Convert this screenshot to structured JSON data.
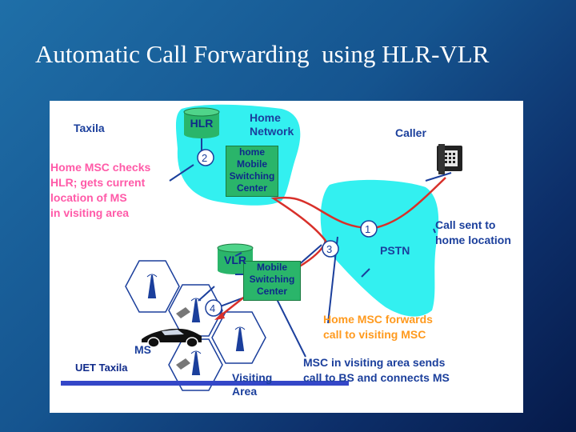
{
  "title": "Automatic Call Forwarding  using HLR-VLR",
  "labels": {
    "taxila": "Taxila",
    "home_network": "Home\nNetwork",
    "caller": "Caller",
    "hlr": "HLR",
    "vlr": "VLR",
    "home_msc": "home\nMobile\nSwitching\nCenter",
    "msc": "Mobile\nSwitching\nCenter",
    "pstn": "PSTN",
    "ms": "MS",
    "uet_taxila": "UET Taxila",
    "visiting_area": "Visiting\nArea",
    "step1": "1",
    "step2": "2",
    "step3": "3",
    "step4": "4",
    "note_hlr": "Home MSC checks\nHLR; gets current\nlocation of MS\nin visiting area",
    "note_call_sent": "Call sent to\nhome location",
    "note_forward": "Home MSC forwards\ncall to visiting MSC",
    "note_visiting": "MSC in visiting area sends\ncall to BS and connects MS"
  },
  "colors": {
    "cloud": "#33f0f0",
    "hex_fill": "#ffffff",
    "hex_stroke": "#1b3f9c",
    "call_path": "#d8302a",
    "step_circle": "#1b3f9c",
    "note_pink": "#ff5aa8",
    "note_orange": "#ff9a1e",
    "msc_box": "#2ab56a"
  },
  "icons": [
    "telephone-icon",
    "car-icon",
    "antenna-tower-icon",
    "mobile-phone-icon",
    "database-cylinder-icon"
  ]
}
